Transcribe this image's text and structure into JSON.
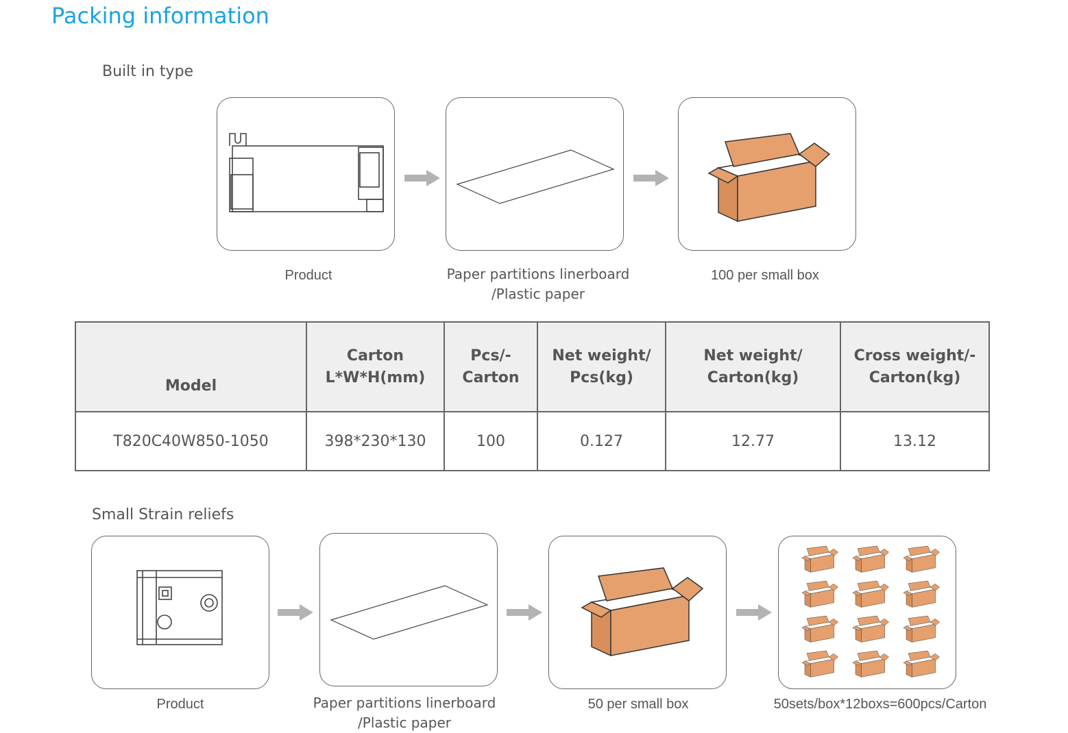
{
  "title": "Packing information",
  "section1": {
    "heading": "Built in type",
    "captions": [
      "Product",
      "Paper partitions linerboard",
      "/Plastic paper",
      "100 per small box"
    ]
  },
  "table": {
    "headers": [
      [
        "Model"
      ],
      [
        "Carton",
        "L*W*H(mm)"
      ],
      [
        "Pcs/-",
        "Carton"
      ],
      [
        "Net weight/",
        "Pcs(kg)"
      ],
      [
        "Net weight/",
        "Carton(kg)"
      ],
      [
        "Cross weight/-",
        "Carton(kg)"
      ]
    ],
    "rows": [
      [
        "T820C40W850-1050",
        "398*230*130",
        "100",
        "0.127",
        "12.77",
        "13.12"
      ]
    ]
  },
  "section2": {
    "heading": "Small Strain reliefs",
    "captions": [
      "Product",
      "Paper partitions linerboard",
      "/Plastic paper",
      "50 per small box",
      "50sets/box*12boxs=600pcs/Carton"
    ]
  },
  "colors": {
    "title": "#19a3e3",
    "box": "#e5a06e",
    "arrow": "#b3b3b3"
  }
}
